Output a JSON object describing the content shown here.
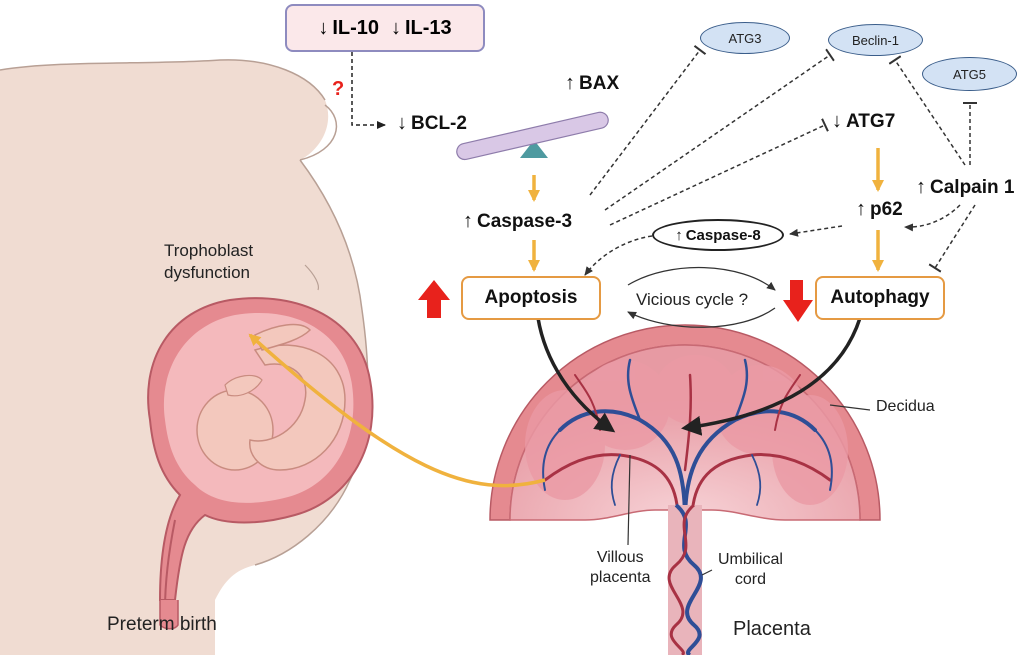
{
  "il_box": {
    "il10": "IL-10",
    "il13": "IL-13",
    "down_symbol": "↓"
  },
  "question_mark": "?",
  "bcl2": "BCL-2",
  "bax": "BAX",
  "up_symbol": "↑",
  "down_symbol": "↓",
  "caspase3": "Caspase-3",
  "caspase8": "Caspase-8",
  "atg3": "ATG3",
  "beclin1": "Beclin-1",
  "atg5": "ATG5",
  "atg7": "ATG7",
  "p62": "p62",
  "calpain1": "Calpain 1",
  "apoptosis": "Apoptosis",
  "autophagy": "Autophagy",
  "vicious_cycle": "Vicious cycle ?",
  "trophoblast": "Trophoblast\ndysfunction",
  "preterm_birth": "Preterm birth",
  "placenta": "Placenta",
  "decidua": "Decidua",
  "villous_placenta": "Villous\nplacenta",
  "umbilical_cord": "Umbilical\ncord",
  "colors": {
    "orange_arrow": "#f0b23e",
    "box_border": "#e59a43",
    "red_arrow": "#e8221c",
    "oval_fill": "#d3e2f4",
    "oval_border": "#3a5d8a",
    "il_box_fill": "#fbe8ea",
    "il_box_border": "#8e8bbf",
    "seesaw": "#d9c8e6",
    "fulcrum": "#4e9aa0",
    "skin": "#f0dcd2",
    "uterus": "#e58a90",
    "placenta_pink": "#e9a3ac",
    "vessel_blue": "#2f4e96",
    "vessel_red": "#a83244"
  }
}
